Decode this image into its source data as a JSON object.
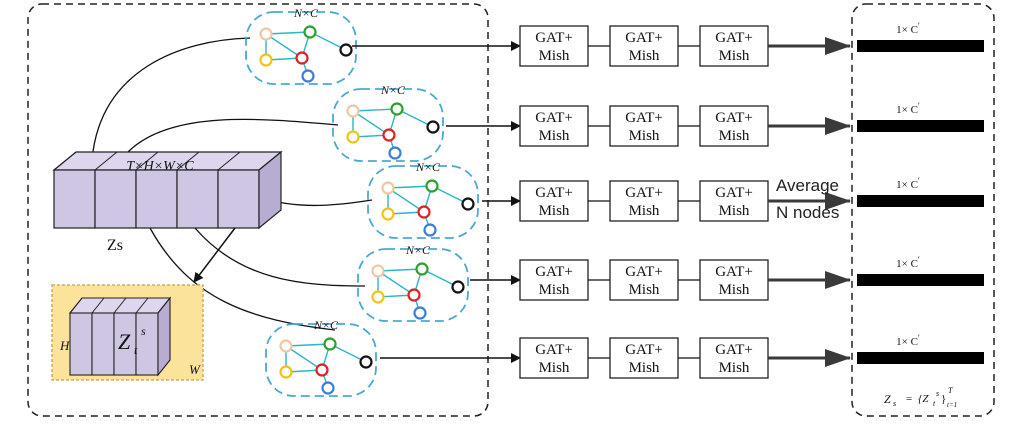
{
  "tensor_label": "T×H×W×C",
  "tensor_name": "Zs",
  "slice_label": "Z",
  "slice_sup": "s",
  "slice_sub": "t",
  "slice_h": "H",
  "slice_w": "W",
  "graph_label": "N×C",
  "block_line1": "GAT+",
  "block_line2": "Mish",
  "avg_line1": "Average",
  "avg_line2": "N nodes",
  "output_label": "1× C",
  "output_prime": "′",
  "formula_lhs": "Z",
  "formula_lhs_sub": "s",
  "formula_eq": "=",
  "formula_set": "{Z",
  "formula_set_sup": "s",
  "formula_set_sub": "t",
  "formula_close": "}",
  "formula_range_sup": "T",
  "formula_range_sub": "t=1",
  "colors": {
    "tensor_fill": "#cfc6e3",
    "tensor_top": "#ddd6ee",
    "tensor_side": "#b8acd3",
    "slice_bg": "#fbe39b",
    "node_peach": "#f3c6a3",
    "node_green": "#2ca02c",
    "node_black": "#111111",
    "node_yellow": "#f1c40f",
    "node_red": "#e02020",
    "node_blue": "#3a7dd8",
    "edge_cyan": "#2bb6c9",
    "dash_cyan": "#4aa9cf"
  }
}
